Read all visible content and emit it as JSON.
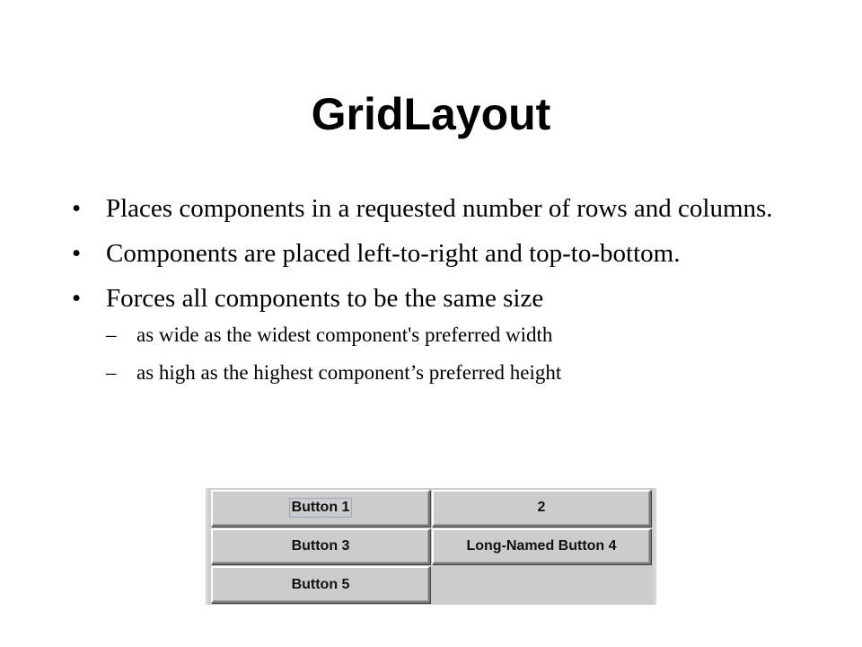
{
  "slide": {
    "title": "GridLayout"
  },
  "bullets": [
    {
      "marker": "•",
      "text": "Places components in a requested number of rows and columns."
    },
    {
      "marker": "•",
      "text": "Components are placed left-to-right and top-to-bottom."
    },
    {
      "marker": "•",
      "text": "Forces all components to be the same size",
      "sub": [
        {
          "marker": "–",
          "text": "as wide as the widest component's preferred width"
        },
        {
          "marker": "–",
          "text": "as high as the highest component’s preferred height"
        }
      ]
    }
  ],
  "grid_window": {
    "buttons": [
      {
        "label": "Button 1",
        "focused": true
      },
      {
        "label": "2",
        "focused": false
      },
      {
        "label": "Button 3",
        "focused": false
      },
      {
        "label": "Long-Named Button 4",
        "focused": false
      },
      {
        "label": "Button 5",
        "focused": false
      }
    ],
    "colors": {
      "panel_background": "#cccccc",
      "button_highlight": "#ffffff",
      "button_shadow": "#7a7a7a",
      "focus_outline": "#9aa8c8"
    }
  }
}
